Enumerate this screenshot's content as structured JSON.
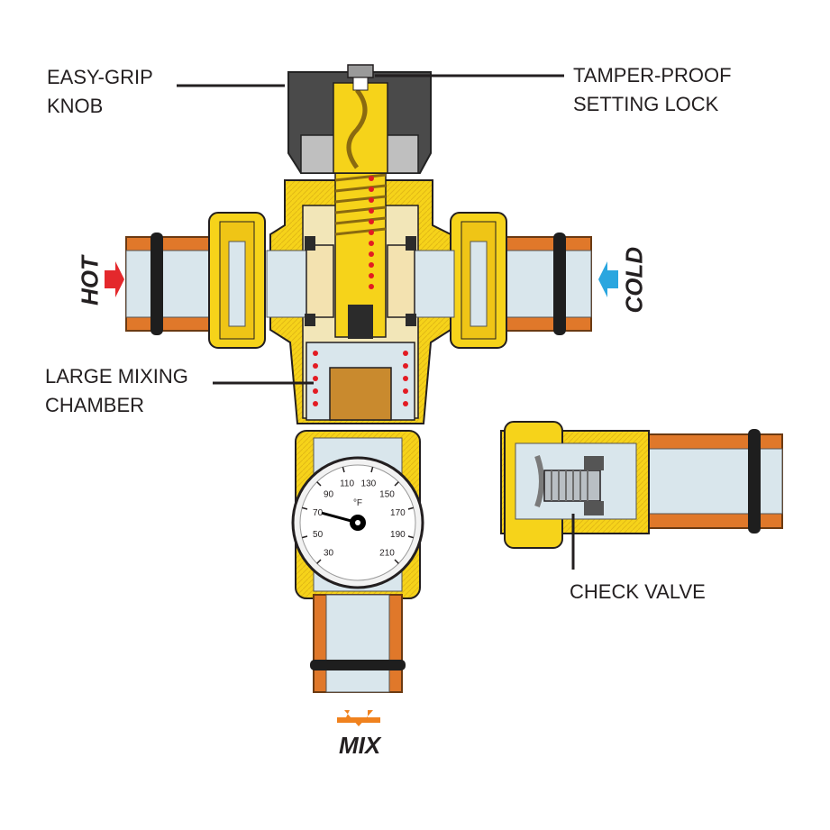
{
  "callouts": {
    "knob": {
      "line1": "EASY-GRIP",
      "line2": "KNOB"
    },
    "lock": {
      "line1": "TAMPER-PROOF",
      "line2": "SETTING LOCK"
    },
    "chamber": {
      "line1": "LARGE MIXING",
      "line2": "CHAMBER"
    },
    "check_valve": "CHECK VALVE"
  },
  "flows": {
    "hot": "HOT",
    "cold": "COLD",
    "mix": "MIX"
  },
  "gauge": {
    "unit": "°F",
    "ticks": [
      "30",
      "50",
      "70",
      "90",
      "110",
      "130",
      "150",
      "170",
      "190",
      "210"
    ],
    "needle_value_f": 70
  },
  "colors": {
    "brass": "#f6d31a",
    "brass_dark": "#c79a12",
    "copper": "#e0782a",
    "pipe_inner": "#d9e6ec",
    "knob": "#4a4a4a",
    "hot_arrow": "#e4282c",
    "cold_arrow": "#2aa6df",
    "mix_arrow": "#f0821e",
    "spring_dots": "#e31b23"
  }
}
